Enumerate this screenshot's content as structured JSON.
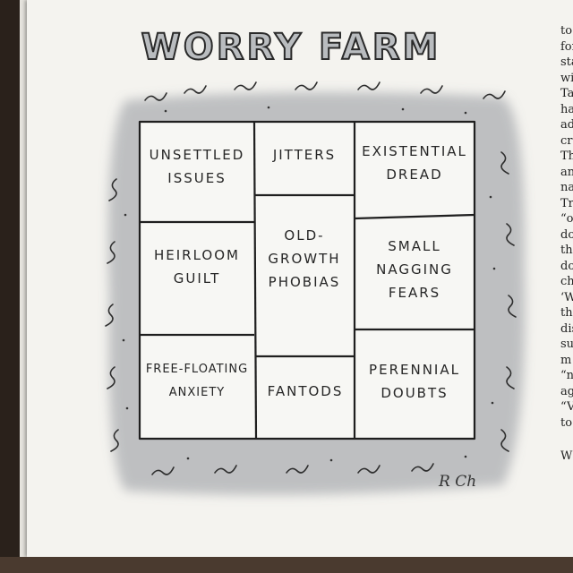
{
  "cartoon": {
    "title": "WORRY FARM",
    "signature": "R Ch",
    "plots": {
      "unsettled_issues": "UNSETTLED\nISSUES",
      "jitters": "JITTERS",
      "existential_dread": "EXISTENTIAL\nDREAD",
      "heirloom_guilt": "HEIRLOOM\nGUILT",
      "old_growth_phobias": "OLD-\nGROWTH\nPHOBIAS",
      "small_nagging_fears": "SMALL\nNAGGING\nFEARS",
      "free_floating_anxiety": "FREE-FLOATING\nANXIETY",
      "fantods": "FANTODS",
      "perennial_doubts": "PERENNIAL\nDOUBTS"
    }
  },
  "article_column": [
    "to",
    "for",
    "sta",
    "wit",
    "Ta",
    "had",
    "adv",
    "cro",
    "Th",
    "and",
    "nat",
    "Tr",
    "“ol",
    "do",
    "the",
    "do",
    "ch",
    "‘W",
    "th",
    "dis",
    "su",
    "m",
    "“n",
    "ag",
    "“V",
    "to"
  ],
  "article_column_last": "W",
  "colors": {
    "paper": "#f4f3ef",
    "wash": "#b5b7ba",
    "ink": "#262626",
    "table": "#2a211b"
  }
}
